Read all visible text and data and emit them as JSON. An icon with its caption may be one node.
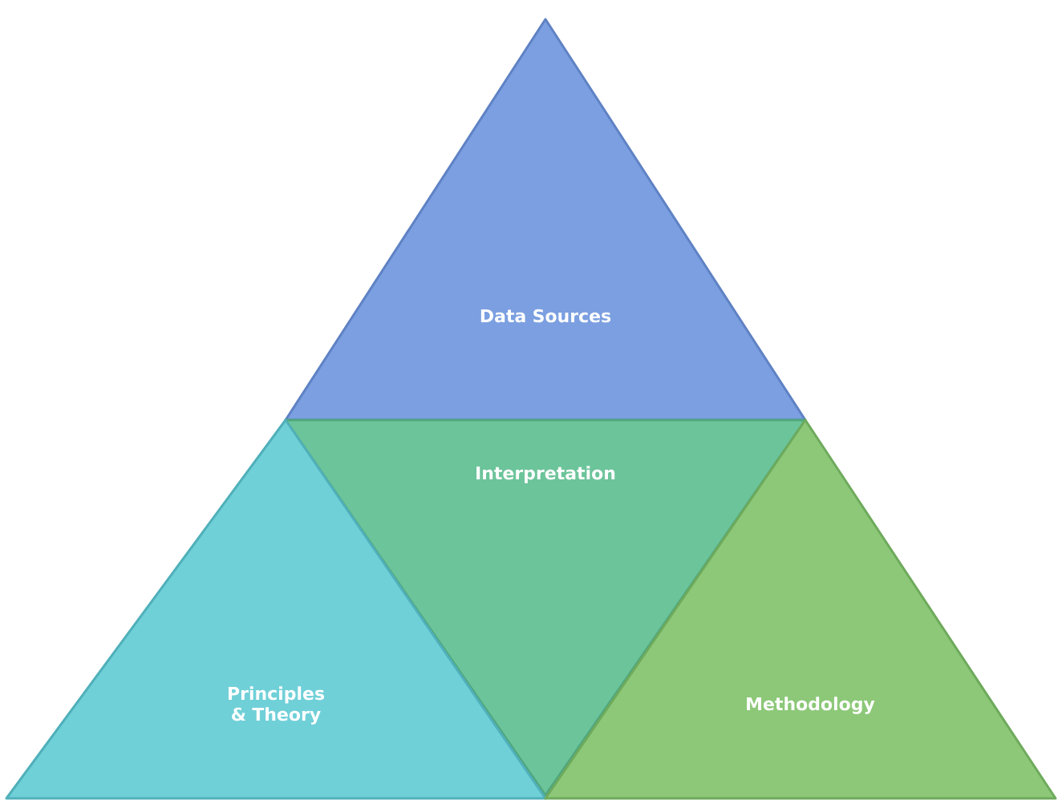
{
  "diagram": {
    "nodes": [
      {
        "text": [
          "Data Sources"
        ]
      },
      {
        "text": [
          "Interpretation"
        ]
      },
      {
        "text": [
          "Principles & Theory"
        ]
      },
      {
        "text": [
          "Methodology"
        ]
      }
    ]
  }
}
